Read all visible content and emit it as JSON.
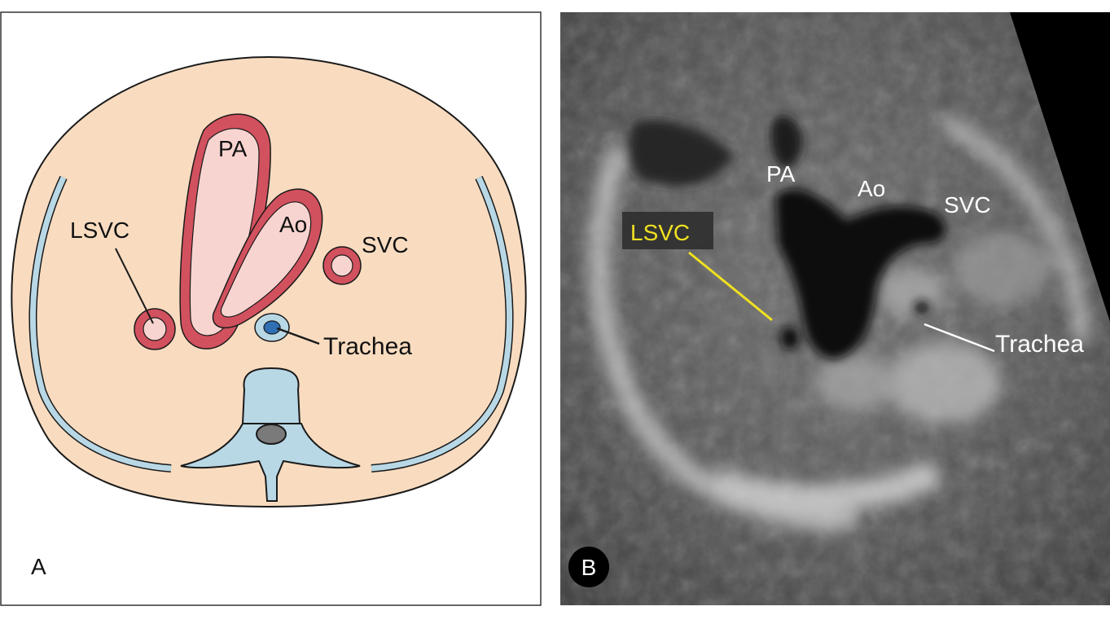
{
  "panel_a": {
    "panel_letter": "A",
    "labels": {
      "pa": "PA",
      "ao": "Ao",
      "lsvc": "LSVC",
      "svc": "SVC",
      "trachea": "Trachea"
    }
  },
  "panel_b": {
    "panel_letter": "B",
    "labels": {
      "pa": "PA",
      "ao": "Ao",
      "svc": "SVC",
      "lsvc": "LSVC",
      "trachea": "Trachea"
    }
  },
  "colors": {
    "body_fill": "#f9dcc0",
    "vessel_wall": "#d2515e",
    "vessel_lumen": "#f8d4d0",
    "bone_fill": "#b9d8e6",
    "bone_stroke": "#1a1a1a",
    "trachea_fill": "#2f6fb3",
    "lsvc_highlight": "#f0e020"
  }
}
